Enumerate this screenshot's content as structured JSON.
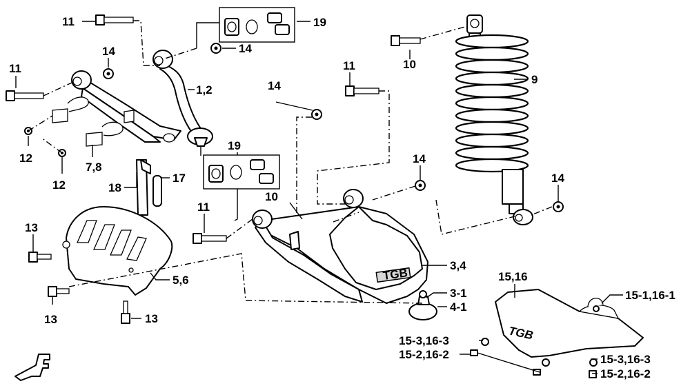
{
  "callouts": {
    "c_11_top": "11",
    "c_19_top": "19",
    "c_14_top_a": "14",
    "c_14_top_b": "14",
    "c_11_left": "11",
    "c_1_2": "1,2",
    "c_12_a": "12",
    "c_12_b": "12",
    "c_7_8": "7,8",
    "c_18": "18",
    "c_17": "17",
    "c_19_mid": "19",
    "c_14_mid": "14",
    "c_11_mid": "11",
    "c_10_left": "10",
    "c_11_lower": "11",
    "c_13_a": "13",
    "c_13_b": "13",
    "c_13_c": "13",
    "c_5_6": "5,6",
    "c_14_arm": "14",
    "c_3_4": "3,4",
    "c_3_1": "3-1",
    "c_4_1": "4-1",
    "c_10_top": "10",
    "c_9": "9",
    "c_14_shock": "14",
    "c_15_16": "15,16",
    "c_15_1_16_1": "15-1,16-1",
    "c_15_3_16_3_a": "15-3,16-3",
    "c_15_2_16_2_a": "15-2,16-2",
    "c_15_3_16_3_b": "15-3,16-3",
    "c_15_2_16_2_b": "15-2,16-2"
  },
  "logos": {
    "skid_plate_logo": "TGB",
    "arm_cover_logo": "TGB"
  }
}
